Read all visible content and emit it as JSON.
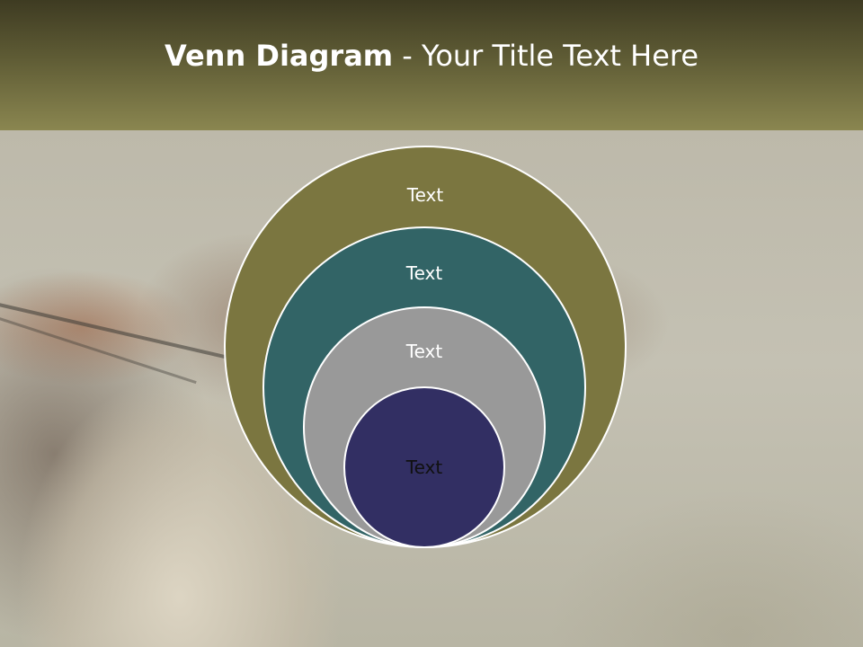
{
  "slide": {
    "title_bold": "Venn Diagram",
    "title_rest": " - Your Title Text Here"
  },
  "diagram": {
    "circles": [
      {
        "label": "Text",
        "color": "#7b7640"
      },
      {
        "label": "Text",
        "color": "#326466"
      },
      {
        "label": "Text",
        "color": "#999999"
      },
      {
        "label": "Text",
        "color": "#322f63"
      }
    ],
    "outline_color": "#ffffff"
  },
  "theme": {
    "header_top": "#3e3b22",
    "header_bottom": "#8a8650"
  }
}
